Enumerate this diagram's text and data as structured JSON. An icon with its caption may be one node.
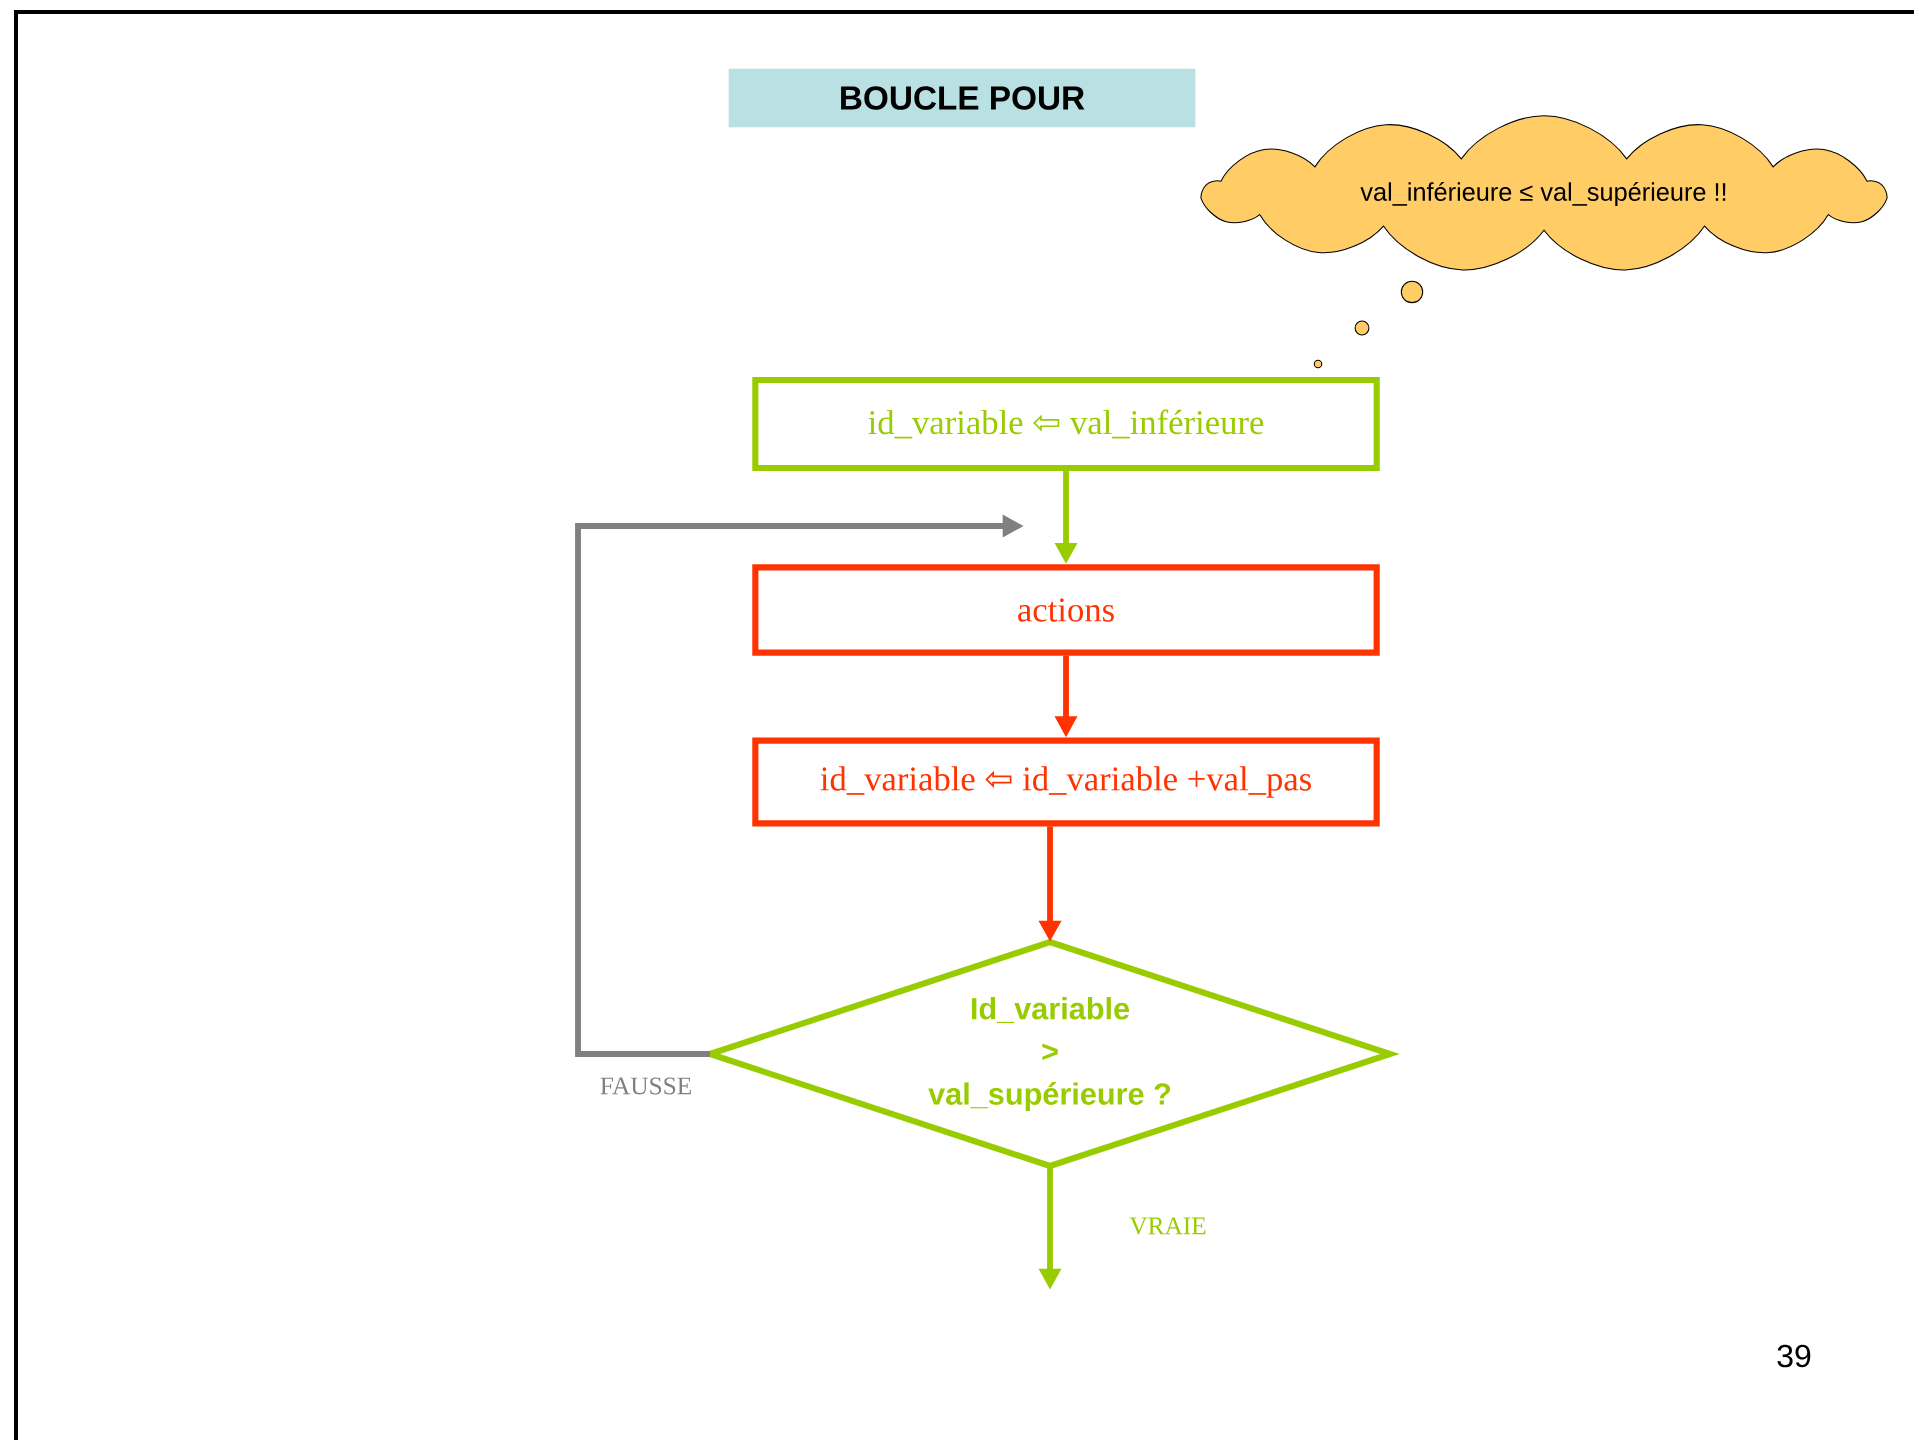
{
  "diagram": {
    "nodes": [
      {
        "text": [
          "BOUCLE POUR"
        ]
      },
      {
        "text": [
          "val_inférieure ≤ val_supérieure !!"
        ]
      },
      {
        "text": [
          "id_variable ⇦ val_inférieure"
        ]
      },
      {
        "text": [
          "actions"
        ]
      },
      {
        "text": [
          "id_variable ⇦ id_variable +val_pas"
        ]
      },
      {
        "text": [
          "Id_variable > val_supérieure ?"
        ]
      }
    ],
    "edges": [
      {
        "from": 2,
        "to": 3,
        "arrow": "to",
        "color": "#99cc00"
      },
      {
        "from": 3,
        "to": 4,
        "arrow": "to",
        "color": "#ff3300"
      },
      {
        "from": 4,
        "to": 5,
        "arrow": "to",
        "color": "#ff3300"
      },
      {
        "from": 5,
        "to": 3,
        "arrow": "to",
        "label": "FAUSSE",
        "color": "#808080"
      },
      {
        "from": 5,
        "to": null,
        "arrow": "to",
        "label": "VRAIE",
        "color": "#99cc00"
      }
    ],
    "labels": [
      "39"
    ]
  }
}
